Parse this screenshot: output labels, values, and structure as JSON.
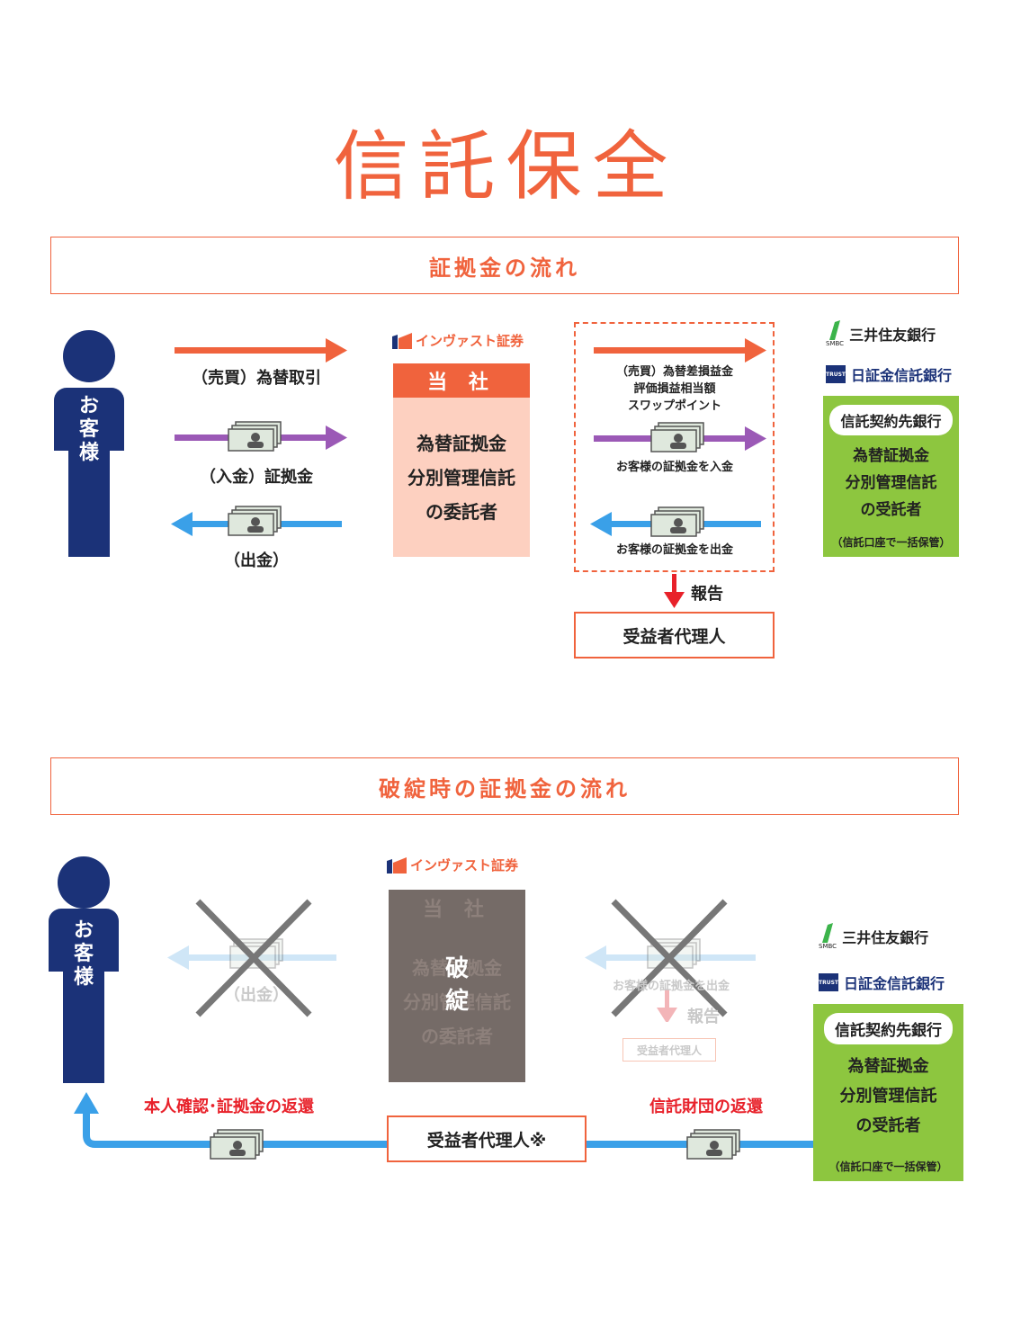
{
  "title": "信託保全",
  "section1": {
    "heading": "証拠金の流れ",
    "customer": "お客様",
    "arrow_trade": "（売買）為替取引",
    "arrow_deposit": "（入金）証拠金",
    "arrow_withdraw": "（出金）",
    "company_logo": "インヴァスト証券",
    "company_head": "当 社",
    "company_lines": [
      "為替証拠金",
      "分別管理信託",
      "の委託者"
    ],
    "flow_pl": [
      "（売買）為替差損益金",
      "評価損益相当額",
      "スワップポイント"
    ],
    "flow_in": "お客様の証拠金を入金",
    "flow_out": "お客様の証拠金を出金",
    "report": "報告",
    "agent": "受益者代理人",
    "bank1": "三井住友銀行",
    "bank1_icon_text": "SMBC",
    "bank2": "日証金信託銀行",
    "bank2_icon_text": "TRUST",
    "trustee_head": "信託契約先銀行",
    "trustee_lines": [
      "為替証拠金",
      "分別管理信託",
      "の受託者"
    ],
    "trustee_note": "（信託口座で一括保管）"
  },
  "section2": {
    "heading": "破綻時の証拠金の流れ",
    "customer": "お客様",
    "arrow_withdraw": "（出金）",
    "company_logo": "インヴァスト証券",
    "company_head": "当 社",
    "company_lines": [
      "為替証拠金",
      "分別管理信託",
      "の委託者"
    ],
    "failed_label": "破\n綻",
    "flow_out": "お客様の証拠金を出金",
    "report": "報告",
    "agent_small": "受益者代理人",
    "return_left": "本人確認･証拠金の返還",
    "return_right": "信託財団の返還",
    "agent_main": "受益者代理人※",
    "bank1": "三井住友銀行",
    "bank1_icon_text": "SMBC",
    "bank2": "日証金信託銀行",
    "bank2_icon_text": "TRUST",
    "trustee_head": "信託契約先銀行",
    "trustee_lines": [
      "為替証拠金",
      "分別管理信託",
      "の受託者"
    ],
    "trustee_note": "（信託口座で一括保管）"
  },
  "colors": {
    "accent": "#f0633d",
    "navy": "#1b3278",
    "purple": "#9b59b6",
    "blue": "#3aa0e8",
    "red": "#e8212a",
    "green": "#8dc63f",
    "peach": "#fdd0c0",
    "gray": "#777777"
  },
  "icons": [
    "person-icon",
    "money-icon",
    "company-logo-icon",
    "smbc-logo-icon",
    "trust-logo-icon",
    "cross-icon"
  ]
}
